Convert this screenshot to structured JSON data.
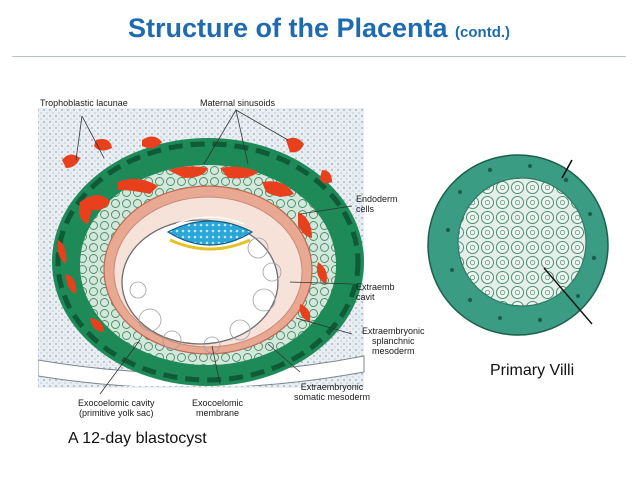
{
  "slide": {
    "title": "Structure of the Placenta",
    "title_suffix": "(contd.)"
  },
  "diagram_labels": {
    "trophoblastic_lacunae": "Trophoblastic lacunae",
    "maternal_sinusoids": "Maternal sinusoids",
    "endoderm_cells_1": "Endoderm",
    "endoderm_cells_2": "cells",
    "extraemb_cavity_1": "Extraemb",
    "extraemb_cavity_2": "cavit",
    "splanchnic_1": "Extraembryonic",
    "splanchnic_2": "splanchnic",
    "splanchnic_3": "mesoderm",
    "somatic_1": "Extraembryonic",
    "somatic_2": "somatic mesoderm",
    "exocoelomic_membrane_1": "Exocoelomic",
    "exocoelomic_membrane_2": "membrane",
    "exocoelomic_cavity_1": "Exocoelomic cavity",
    "exocoelomic_cavity_2": "(primitive yolk sac)"
  },
  "captions": {
    "left": "A 12-day blastocyst",
    "right": "Primary Villi"
  },
  "colors": {
    "title": "#1f6bb0",
    "trophoblast_green": "#1e8a58",
    "dark_green": "#0f5a37",
    "lacunae_red": "#e8401c",
    "mesoderm_pink": "#e9a892",
    "amnion_blue": "#2aa6d8",
    "villus_teal": "#3a9c82"
  }
}
